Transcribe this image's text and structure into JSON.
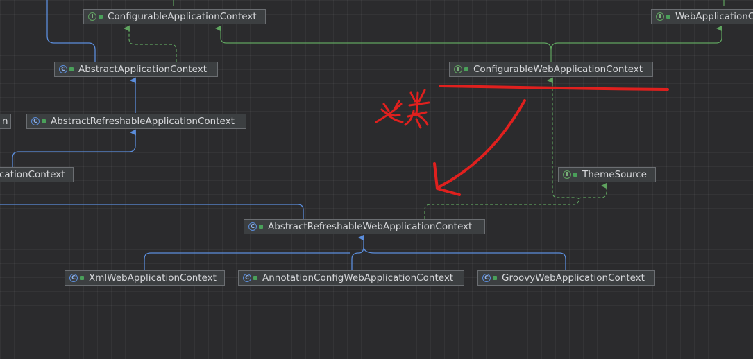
{
  "diagram": {
    "nodes": [
      {
        "id": "configurable-application-context",
        "label": "ConfigurableApplicationContext",
        "kind": "interface",
        "kind_glyph": "I"
      },
      {
        "id": "web-application-context",
        "label": "WebApplicationContext",
        "kind": "interface",
        "kind_glyph": "I"
      },
      {
        "id": "abstract-application-context",
        "label": "AbstractApplicationContext",
        "kind": "class",
        "kind_glyph": "C"
      },
      {
        "id": "configurable-web-application-context",
        "label": "ConfigurableWebApplicationContext",
        "kind": "interface",
        "kind_glyph": "I"
      },
      {
        "id": "partial-left-node",
        "label": "n",
        "kind": "class",
        "kind_glyph": ""
      },
      {
        "id": "abstract-refreshable-application-context",
        "label": "AbstractRefreshableApplicationContext",
        "kind": "class",
        "kind_glyph": "C"
      },
      {
        "id": "partial-config-application-context",
        "label": "cationContext",
        "kind": "class",
        "kind_glyph": ""
      },
      {
        "id": "theme-source",
        "label": "ThemeSource",
        "kind": "interface",
        "kind_glyph": "I"
      },
      {
        "id": "abstract-refreshable-web-application-context",
        "label": "AbstractRefreshableWebApplicationContext",
        "kind": "class",
        "kind_glyph": "C"
      },
      {
        "id": "xml-web-application-context",
        "label": "XmlWebApplicationContext",
        "kind": "class",
        "kind_glyph": "C"
      },
      {
        "id": "annotation-config-web-application-context",
        "label": "AnnotationConfigWebApplicationContext",
        "kind": "class",
        "kind_glyph": "C"
      },
      {
        "id": "groovy-web-application-context",
        "label": "GroovyWebApplicationContext",
        "kind": "class",
        "kind_glyph": "C"
      }
    ],
    "edge_colors": {
      "extends": "#5b8ddb",
      "implements": "#5fa35f",
      "interface_extends": "#5fa35f"
    }
  },
  "annotation": {
    "handwritten_text": "父类",
    "color": "#e0201e"
  }
}
